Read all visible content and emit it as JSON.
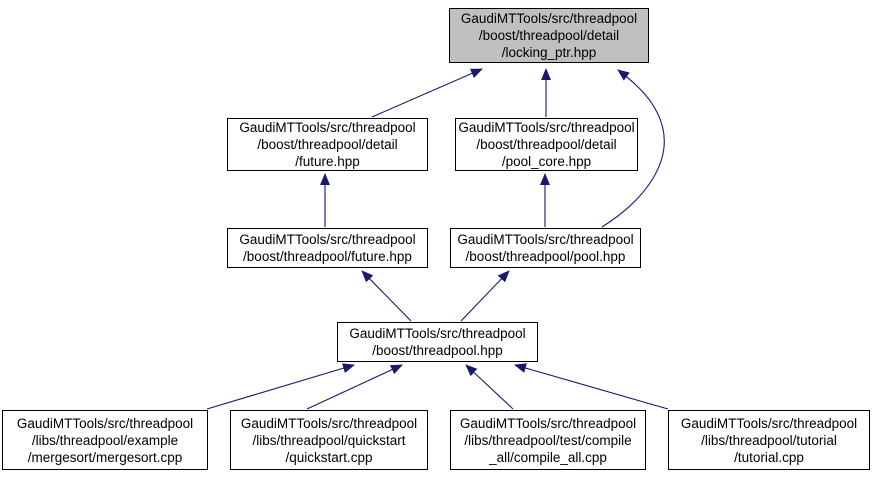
{
  "diagram": {
    "type": "include-dependency-graph",
    "nodes": [
      {
        "id": "locking_ptr",
        "label": "GaudiMTTools/src/threadpool\n/boost/threadpool/detail\n/locking_ptr.hpp",
        "highlighted": true
      },
      {
        "id": "future_detail",
        "label": "GaudiMTTools/src/threadpool\n/boost/threadpool/detail\n/future.hpp",
        "highlighted": false
      },
      {
        "id": "pool_core",
        "label": "GaudiMTTools/src/threadpool\n/boost/threadpool/detail\n/pool_core.hpp",
        "highlighted": false
      },
      {
        "id": "future",
        "label": "GaudiMTTools/src/threadpool\n/boost/threadpool/future.hpp",
        "highlighted": false
      },
      {
        "id": "pool",
        "label": "GaudiMTTools/src/threadpool\n/boost/threadpool/pool.hpp",
        "highlighted": false
      },
      {
        "id": "threadpool",
        "label": "GaudiMTTools/src/threadpool\n/boost/threadpool.hpp",
        "highlighted": false
      },
      {
        "id": "mergesort",
        "label": "GaudiMTTools/src/threadpool\n/libs/threadpool/example\n/mergesort/mergesort.cpp",
        "highlighted": false
      },
      {
        "id": "quickstart",
        "label": "GaudiMTTools/src/threadpool\n/libs/threadpool/quickstart\n/quickstart.cpp",
        "highlighted": false
      },
      {
        "id": "compile_all",
        "label": "GaudiMTTools/src/threadpool\n/libs/threadpool/test/compile\n_all/compile_all.cpp",
        "highlighted": false
      },
      {
        "id": "tutorial",
        "label": "GaudiMTTools/src/threadpool\n/libs/threadpool/tutorial\n/tutorial.cpp",
        "highlighted": false
      }
    ],
    "edges": [
      {
        "from": "future_detail",
        "to": "locking_ptr"
      },
      {
        "from": "pool_core",
        "to": "locking_ptr"
      },
      {
        "from": "pool",
        "to": "locking_ptr"
      },
      {
        "from": "future",
        "to": "future_detail"
      },
      {
        "from": "pool",
        "to": "pool_core"
      },
      {
        "from": "threadpool",
        "to": "future"
      },
      {
        "from": "threadpool",
        "to": "pool"
      },
      {
        "from": "mergesort",
        "to": "threadpool"
      },
      {
        "from": "quickstart",
        "to": "threadpool"
      },
      {
        "from": "compile_all",
        "to": "threadpool"
      },
      {
        "from": "tutorial",
        "to": "threadpool"
      }
    ]
  },
  "colors": {
    "edge": "#191970",
    "node_border": "#000000",
    "node_fill": "#ffffff",
    "highlight_fill": "#c0c0c0",
    "text": "#000000",
    "background": "#ffffff"
  }
}
